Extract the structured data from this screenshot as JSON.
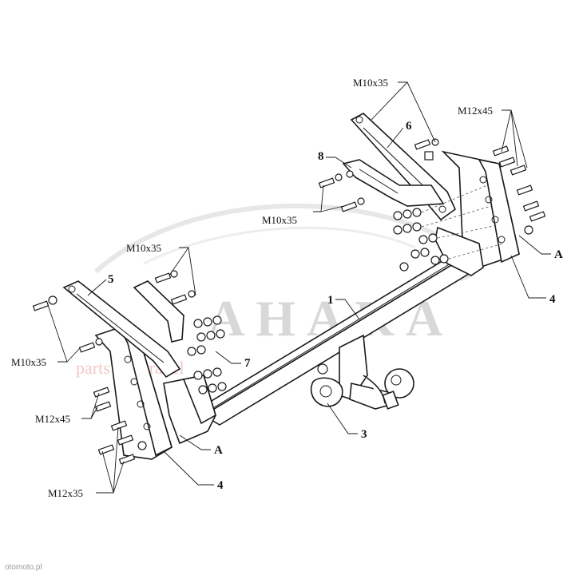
{
  "watermark": {
    "brand": "AHAKA",
    "tagline": "parts and travel"
  },
  "labels": {
    "part_1": "1",
    "part_3": "3",
    "part_4_right": "4",
    "part_4_left": "4",
    "part_5": "5",
    "part_6": "6",
    "part_7": "7",
    "part_8": "8",
    "ref_a_right": "A",
    "ref_a_left": "A",
    "bolt_m10x35_top": "M10x35",
    "bolt_m12x45_top": "M12x45",
    "bolt_m10x35_mid": "M10x35",
    "bolt_m10x35_left_top": "M10x35",
    "bolt_m10x35_left": "M10x35",
    "bolt_m12x45_left": "M12x45",
    "bolt_m12x35_left": "M12x35"
  },
  "credit": "otomoto.pl"
}
